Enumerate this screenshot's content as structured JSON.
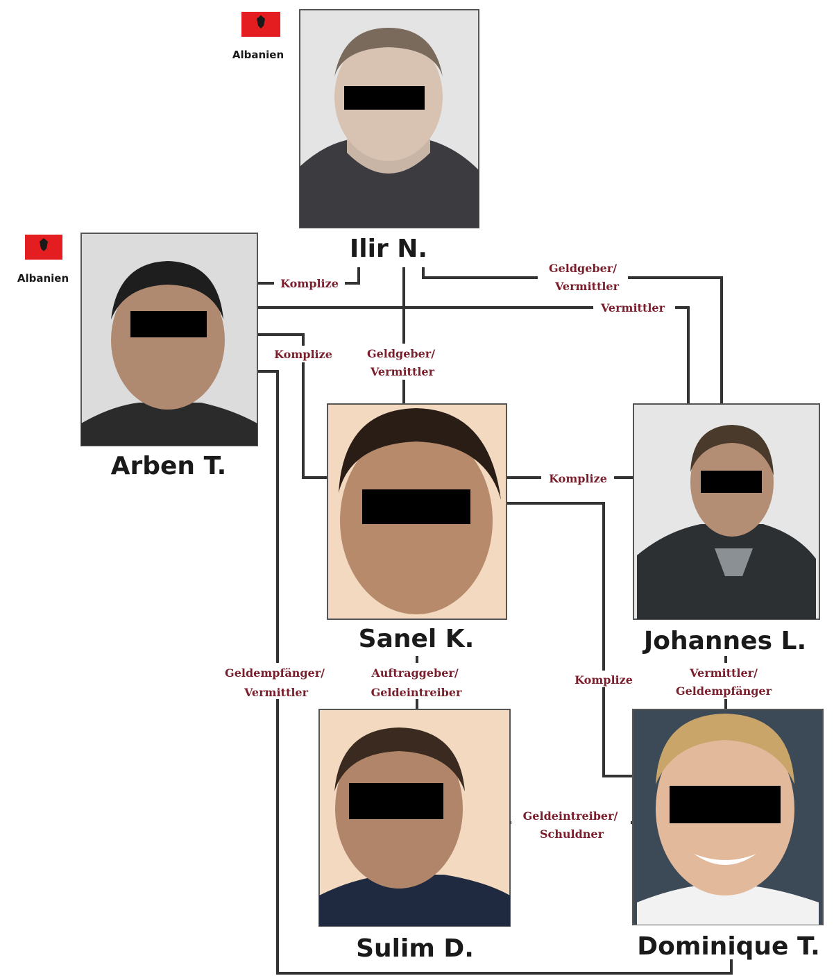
{
  "people": {
    "ilir": {
      "name": "Ilir N.",
      "bg": "#e4e4e4"
    },
    "arben": {
      "name": "Arben T.",
      "bg": "#dcdcdc"
    },
    "sanel": {
      "name": "Sanel K.",
      "bg": "#f2d9bf"
    },
    "johannes": {
      "name": "Johannes L.",
      "bg": "#e6e6e6"
    },
    "sulim": {
      "name": "Sulim D.",
      "bg": "#f2d9bf"
    },
    "dominique": {
      "name": "Dominique T.",
      "bg": "#3c4a58"
    }
  },
  "countries": {
    "ilir": "Albanien",
    "arben": "Albanien"
  },
  "relations": {
    "arben_ilir_line1": "Komplize",
    "ilir_johannes_line1": "Geldgeber/",
    "ilir_johannes_line2": "Vermittler",
    "arben_johannes": "Vermittler",
    "arben_sanel": "Komplize",
    "ilir_sanel_line1": "Geldgeber/",
    "ilir_sanel_line2": "Vermittler",
    "sanel_johannes": "Komplize",
    "arben_dominique_line1": "Geldempfänger/",
    "arben_dominique_line2": "Vermittler",
    "sanel_sulim_line1": "Auftraggeber/",
    "sanel_sulim_line2": "Geldeintreiber",
    "sanel_dominique": "Komplize",
    "johannes_dominique_line1": "Vermittler/",
    "johannes_dominique_line2": "Geldempfänger",
    "sulim_dominique_line1": "Geldeintreiber/",
    "sulim_dominique_line2": "Schuldner"
  },
  "colors": {
    "relation_text": "#7a1e2c",
    "line": "#333333",
    "flag_red": "#e41e20",
    "censor_bar": "#000000"
  }
}
